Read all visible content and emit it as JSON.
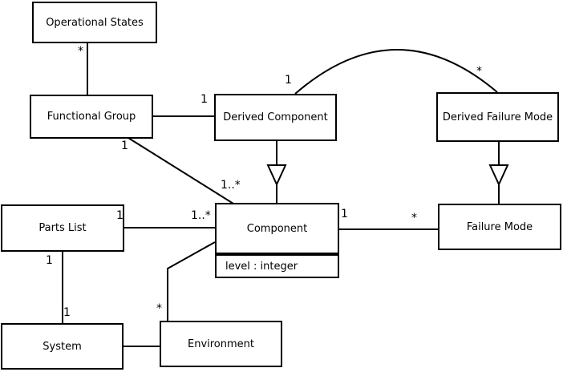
{
  "diagram": {
    "type": "uml-class-diagram",
    "colors": {
      "line": "#000000",
      "background": "#ffffff",
      "box_fill": "#ffffff"
    },
    "nodes": {
      "operational_states": {
        "label": "Operational States"
      },
      "functional_group": {
        "label": "Functional Group"
      },
      "derived_component": {
        "label": "Derived Component"
      },
      "derived_failure_mode": {
        "label": "Derived Failure Mode"
      },
      "parts_list": {
        "label": "Parts List"
      },
      "component": {
        "label": "Component",
        "attributes": [
          "level : integer"
        ]
      },
      "failure_mode": {
        "label": "Failure Mode"
      },
      "system": {
        "label": "System"
      },
      "environment": {
        "label": "Environment"
      }
    },
    "relationships": [
      {
        "from": "Operational States",
        "to": "Functional Group",
        "type": "association",
        "from_label": "*"
      },
      {
        "from": "Functional Group",
        "to": "Derived Component",
        "type": "association",
        "to_label": "1"
      },
      {
        "from": "Functional Group",
        "to": "Component",
        "type": "association",
        "from_label": "1",
        "to_label": "1..*"
      },
      {
        "from": "Derived Component",
        "to": "Derived Failure Mode",
        "type": "association",
        "from_label": "1",
        "to_label": "*"
      },
      {
        "from": "Derived Component",
        "to": "Component",
        "type": "generalization"
      },
      {
        "from": "Derived Failure Mode",
        "to": "Failure Mode",
        "type": "generalization"
      },
      {
        "from": "Parts List",
        "to": "Component",
        "type": "association",
        "from_label": "1",
        "to_label": "1..*"
      },
      {
        "from": "Component",
        "to": "Failure Mode",
        "type": "association",
        "from_label": "1",
        "to_label": "*"
      },
      {
        "from": "Parts List",
        "to": "System",
        "type": "association",
        "from_label": "1",
        "to_label": "1"
      },
      {
        "from": "System",
        "to": "Environment",
        "type": "association"
      },
      {
        "from": "Environment",
        "to": "Component",
        "type": "association",
        "from_label": "*"
      }
    ]
  }
}
